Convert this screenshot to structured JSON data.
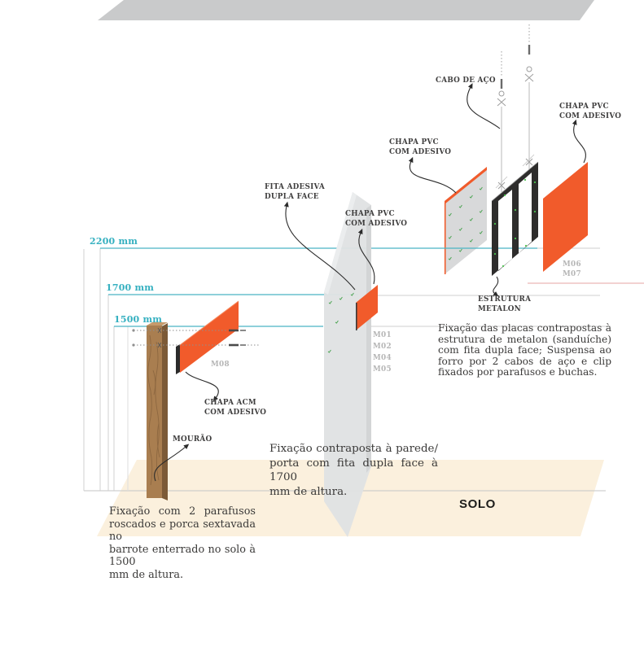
{
  "colors": {
    "teal": "#35b0c0",
    "orange": "#f15b2b",
    "peach_ground": "#fbf0dd",
    "frame_dark": "#2e2d2c",
    "wood": "#a97e50",
    "label_gray": "#b5b5b5",
    "text": "#3b3a39",
    "line_gray": "#cfcfcf",
    "pink_line": "#eec3c2",
    "green_mark": "#3f9f47",
    "ceiling_gray": "#c9cacb"
  },
  "measurements": {
    "m2200": "2200 mm",
    "m1700": "1700 mm",
    "m1500": "1500 mm"
  },
  "labels": {
    "cabo_de_aco": "CABO DE AÇO",
    "chapa_pvc_right": {
      "l1": "CHAPA PVC",
      "l2": "COM ADESIVO"
    },
    "chapa_pvc_mid": {
      "l1": "CHAPA PVC",
      "l2": "COM ADESIVO"
    },
    "chapa_pvc_center": {
      "l1": "CHAPA PVC",
      "l2": "COM ADESIVO"
    },
    "fita_adesiva": {
      "l1": "FITA ADESIVA",
      "l2": "DUPLA FACE"
    },
    "estrutura_metalon": {
      "l1": "ESTRUTURA",
      "l2": "METALON"
    },
    "chapa_acm": {
      "l1": "CHAPA ACM",
      "l2": "COM ADESIVO"
    },
    "mourao": "MOURÃO",
    "solo": "SOLO"
  },
  "codes": {
    "m01": "M01",
    "m02": "M02",
    "m04": "M04",
    "m05": "M05",
    "m06": "M06",
    "m07": "M07",
    "m08": "M08"
  },
  "notes": {
    "suspensa": {
      "lines": [
        "Fixação das placas contrapostas à",
        "estrutura de metalon (sanduíche)",
        "com fita dupla face; Suspensa ao",
        "forro por 2 cabos de aço e clip",
        "fixados por parafusos e buchas."
      ]
    },
    "parede": {
      "lines": [
        "Fixação contraposta à parede/",
        "porta com fita dupla face à 1700",
        "mm de altura."
      ]
    },
    "solo_fix": {
      "lines": [
        "Fixação com 2 parafusos",
        "roscados e porca sextavada no",
        "barrote enterrado no solo à 1500",
        "mm de altura."
      ]
    }
  }
}
